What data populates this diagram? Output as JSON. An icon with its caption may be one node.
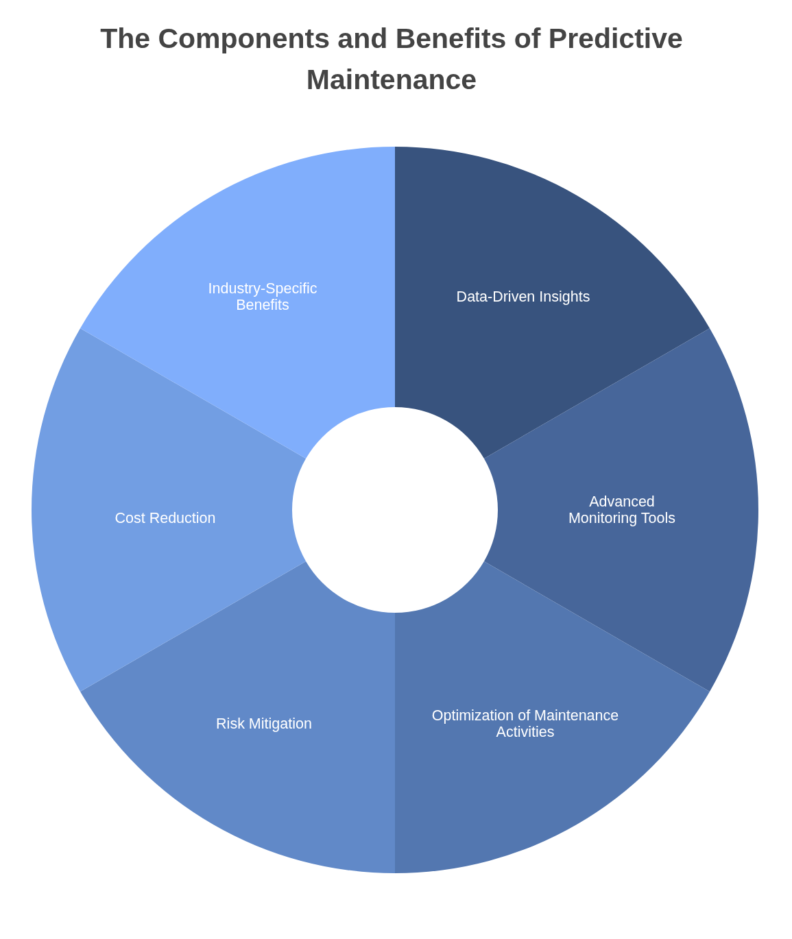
{
  "diagram": {
    "title": "The Components and Benefits of Predictive Maintenance",
    "nodes": [
      {
        "text": [
          "Data-Driven Insights"
        ]
      },
      {
        "text": [
          "Advanced Monitoring Tools"
        ]
      },
      {
        "text": [
          "Optimization of Maintenance Activities"
        ]
      },
      {
        "text": [
          "Risk Mitigation"
        ]
      },
      {
        "text": [
          "Cost Reduction"
        ]
      },
      {
        "text": [
          "Industry-Specific Benefits"
        ]
      }
    ]
  }
}
